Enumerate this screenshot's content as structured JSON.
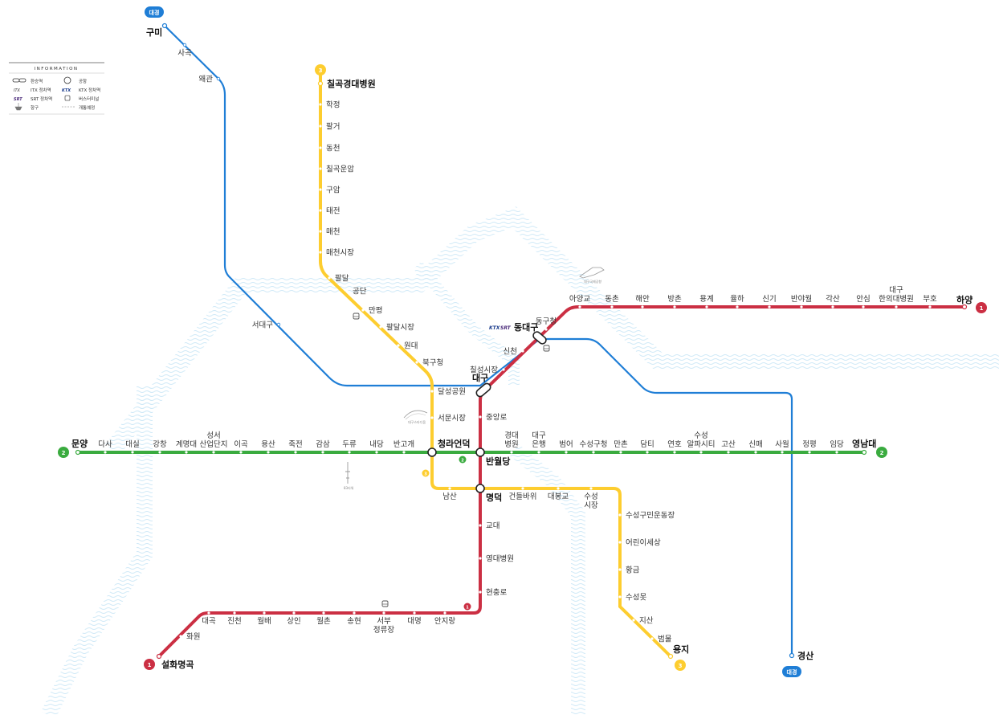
{
  "colors": {
    "line1": "#cb2f43",
    "line2": "#3aab3f",
    "line3": "#fdcd2f",
    "daegyeong": "#1f7ed6",
    "river": "#c8e8f6"
  },
  "legend": {
    "title": "INFORMATION",
    "items": [
      {
        "icon": "transfer-station-icon",
        "label": "환승역"
      },
      {
        "icon": "airport-icon",
        "label": "공항"
      },
      {
        "icon": "itx-logo-icon",
        "label": "ITX 정차역"
      },
      {
        "icon": "ktx-logo-icon",
        "label": "KTX 정차역"
      },
      {
        "icon": "srt-logo-icon",
        "label": "SRT 정차역"
      },
      {
        "icon": "bus-terminal-icon",
        "label": "버스터미널"
      },
      {
        "icon": "port-icon",
        "label": "항구"
      },
      {
        "icon": "planned-line-icon",
        "label": "개통예정"
      }
    ]
  },
  "badges": {
    "line1": "1",
    "line2": "2",
    "line3": "3",
    "daegyeong": "대경"
  },
  "transfers": {
    "daegu": "대구",
    "dongdaegu": "동대구",
    "banwoldang": "반월당",
    "cheongnaeondeok": "청라언덕",
    "myeongdeok": "명덕"
  },
  "rail_marks": {
    "ktx": "KTX",
    "srt": "SRT"
  },
  "line1": {
    "terminal_west": "설화명곡",
    "terminal_east": "하양",
    "stations": [
      "화원",
      "대곡",
      "진천",
      "월배",
      "상인",
      "월촌",
      "송현",
      "서부\n정류장",
      "대명",
      "안지랑",
      "현충로",
      "영대병원",
      "교대",
      "중앙로",
      "칠성시장",
      "신천",
      "동구청",
      "아양교",
      "동촌",
      "해안",
      "방촌",
      "용계",
      "율하",
      "신기",
      "반야월",
      "각산",
      "안심",
      "대구\n한의대병원",
      "부호"
    ]
  },
  "line2": {
    "terminal_west": "문양",
    "terminal_east": "영남대",
    "stations": [
      "다사",
      "대실",
      "강창",
      "계명대",
      "성서\n산업단지",
      "이곡",
      "용산",
      "죽전",
      "감삼",
      "두류",
      "내당",
      "반고개",
      "경대\n병원",
      "대구\n은행",
      "범어",
      "수성구청",
      "만촌",
      "담티",
      "연호",
      "수성\n알파시티",
      "고산",
      "신매",
      "사월",
      "정평",
      "임당"
    ]
  },
  "line3": {
    "terminal_north": "칠곡경대병원",
    "terminal_south": "용지",
    "stations": [
      "학정",
      "팔거",
      "동천",
      "칠곡운암",
      "구암",
      "태전",
      "매천",
      "매천시장",
      "팔달",
      "공단",
      "만평",
      "팔달시장",
      "원대",
      "북구청",
      "달성공원",
      "서문시장",
      "남산",
      "건들바위",
      "대봉교",
      "수성\n시장",
      "수성구민운동장",
      "어린이세상",
      "황금",
      "수성못",
      "지산",
      "범물"
    ]
  },
  "daegyeong": {
    "terminal_north": "구미",
    "terminal_south": "경산",
    "stations": [
      "사곡",
      "왜관",
      "서대구"
    ]
  },
  "landmarks": {
    "airport": "대구국제공항",
    "stadium": "대구스타디움",
    "tower": "83타워"
  }
}
